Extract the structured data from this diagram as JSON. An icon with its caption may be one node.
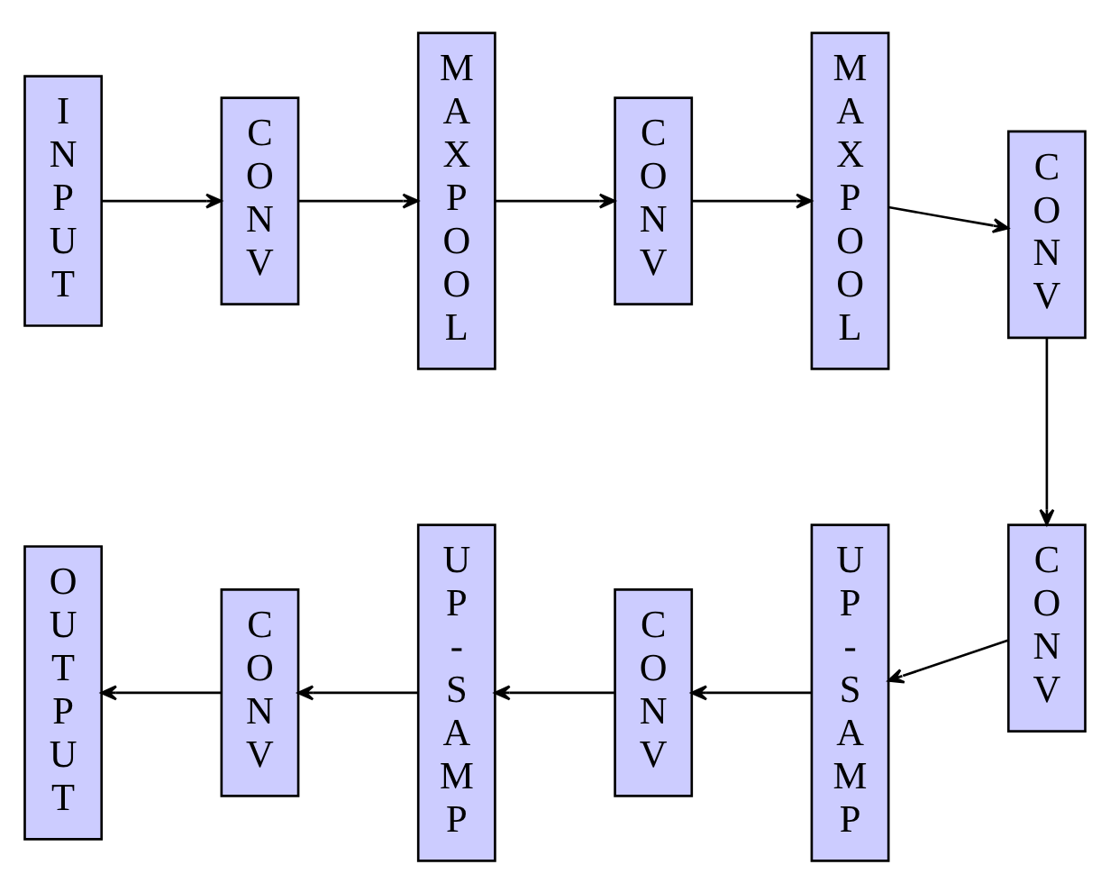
{
  "diagram": {
    "nodes": [
      {
        "text": [
          "I N P U T"
        ]
      },
      {
        "text": [
          "C O N V"
        ]
      },
      {
        "text": [
          "M A X P O O L"
        ]
      },
      {
        "text": [
          "C O N V"
        ]
      },
      {
        "text": [
          "M A X P O O L"
        ]
      },
      {
        "text": [
          "C O N V"
        ]
      },
      {
        "text": [
          "C O N V"
        ]
      },
      {
        "text": [
          "U P - S A M P"
        ]
      },
      {
        "text": [
          "C O N V"
        ]
      },
      {
        "text": [
          "U P - S A M P"
        ]
      },
      {
        "text": [
          "C O N V"
        ]
      },
      {
        "text": [
          "O U T P U T"
        ]
      }
    ],
    "edges": [
      {
        "from": 0,
        "to": 1,
        "arrow": "to"
      },
      {
        "from": 1,
        "to": 2,
        "arrow": "to"
      },
      {
        "from": 2,
        "to": 3,
        "arrow": "to"
      },
      {
        "from": 3,
        "to": 4,
        "arrow": "to"
      },
      {
        "from": 4,
        "to": 5,
        "arrow": "to"
      },
      {
        "from": 5,
        "to": 6,
        "arrow": "to"
      },
      {
        "from": 6,
        "to": 7,
        "arrow": "to"
      },
      {
        "from": 7,
        "to": 8,
        "arrow": "to"
      },
      {
        "from": 8,
        "to": 9,
        "arrow": "to"
      },
      {
        "from": 9,
        "to": 10,
        "arrow": "to"
      },
      {
        "from": 10,
        "to": 11,
        "arrow": "to"
      }
    ]
  }
}
